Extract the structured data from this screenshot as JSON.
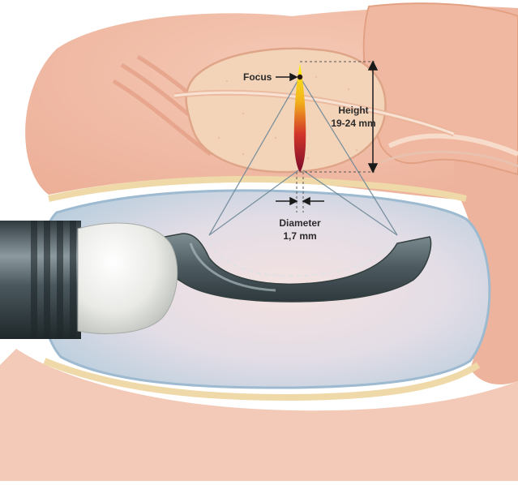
{
  "labels": {
    "focus": "Focus",
    "height_title": "Height",
    "height_value": "19-24 mm",
    "diameter_title": "Diameter",
    "diameter_value": "1,7 mm"
  },
  "colors": {
    "tissue": "#f2b9a2",
    "tissue_light": "#f7d3c4",
    "prostate": "#f3cdb4",
    "prostate_outline": "#e6a98c",
    "balloon_fill": "#d9e6ef",
    "balloon_edge": "#7aa3c0",
    "transducer": "#5b6b70",
    "probe_shaft": "#3d4a4f",
    "focus_top": "#f8e81c",
    "focus_bottom": "#8c1030",
    "label": "#2a2a2a"
  }
}
